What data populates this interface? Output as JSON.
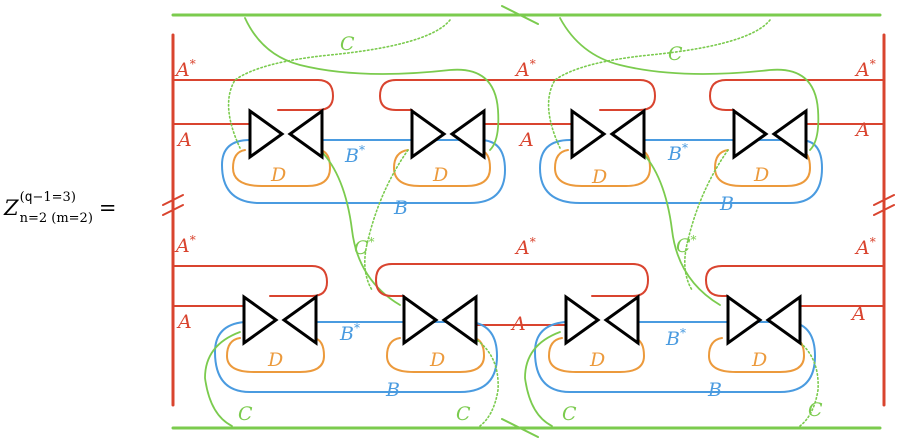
{
  "equation": {
    "lhs_symbol": "Z",
    "lhs_superscript_prefix": "(",
    "lhs_superscript_mono": "q",
    "lhs_superscript_rest": "−1=3)",
    "lhs_subscript": "n=2 (m=2)",
    "equals": "="
  },
  "colors": {
    "A": "#d9442f",
    "B": "#4a9be0",
    "C": "#7bcb4e",
    "D": "#ec9a3c",
    "triangle": "#000000"
  },
  "labels": {
    "A": "A",
    "A_star": "A",
    "B": "B",
    "B_star": "B",
    "C": "C",
    "C_star": "C",
    "D": "D",
    "star": "*"
  }
}
